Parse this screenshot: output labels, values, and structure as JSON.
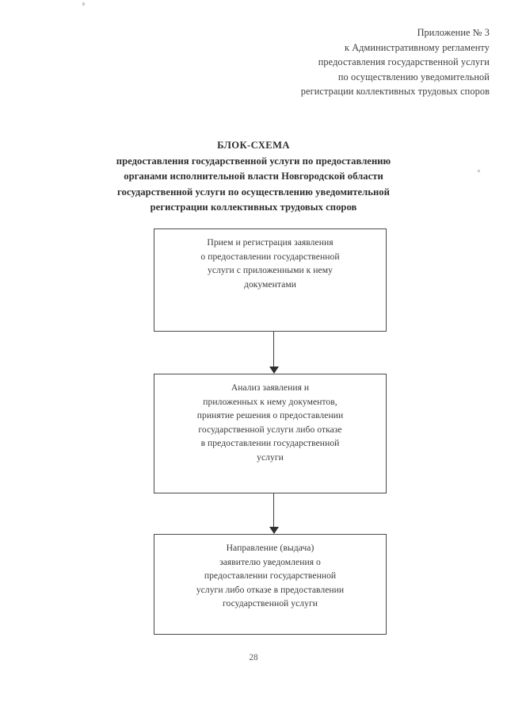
{
  "document": {
    "page_number": "28",
    "header_lines": [
      "Приложение № 3",
      "к Административному регламенту",
      "предоставления государственной услуги",
      "по осуществлению уведомительной",
      "регистрации коллективных трудовых споров"
    ],
    "title_lines": [
      "БЛОК-СХЕМА",
      "предоставления государственной услуги по предоставлению",
      "органами исполнительной власти Новгородской области",
      "государственной услуги по осуществлению уведомительной",
      "регистрации коллективных трудовых споров"
    ]
  },
  "flowchart": {
    "type": "flowchart",
    "orientation": "vertical",
    "border_color": "#4a4a4a",
    "text_color": "#3a3a3a",
    "nodes": [
      {
        "id": "node-1",
        "lines": [
          "Прием и регистрация заявления",
          "о предоставлении государственной",
          "услуги с приложенными к нему",
          "документами"
        ]
      },
      {
        "id": "node-2",
        "lines": [
          "Анализ заявления и",
          "приложенных к нему документов,",
          "принятие решения о предоставлении",
          "государственной услуги либо отказе",
          "в предоставлении государственной",
          "услуги"
        ]
      },
      {
        "id": "node-3",
        "lines": [
          "Направление (выдача)",
          "заявителю уведомления о",
          "предоставлении государственной",
          "услуги либо отказе в предоставлении",
          "государственной услуги"
        ]
      }
    ],
    "connectors": [
      {
        "id": "conn-1",
        "from": "node-1",
        "to": "node-2",
        "arrow": "down-arrow-icon"
      },
      {
        "id": "conn-2",
        "from": "node-2",
        "to": "node-3",
        "arrow": "down-arrow-icon"
      }
    ]
  }
}
